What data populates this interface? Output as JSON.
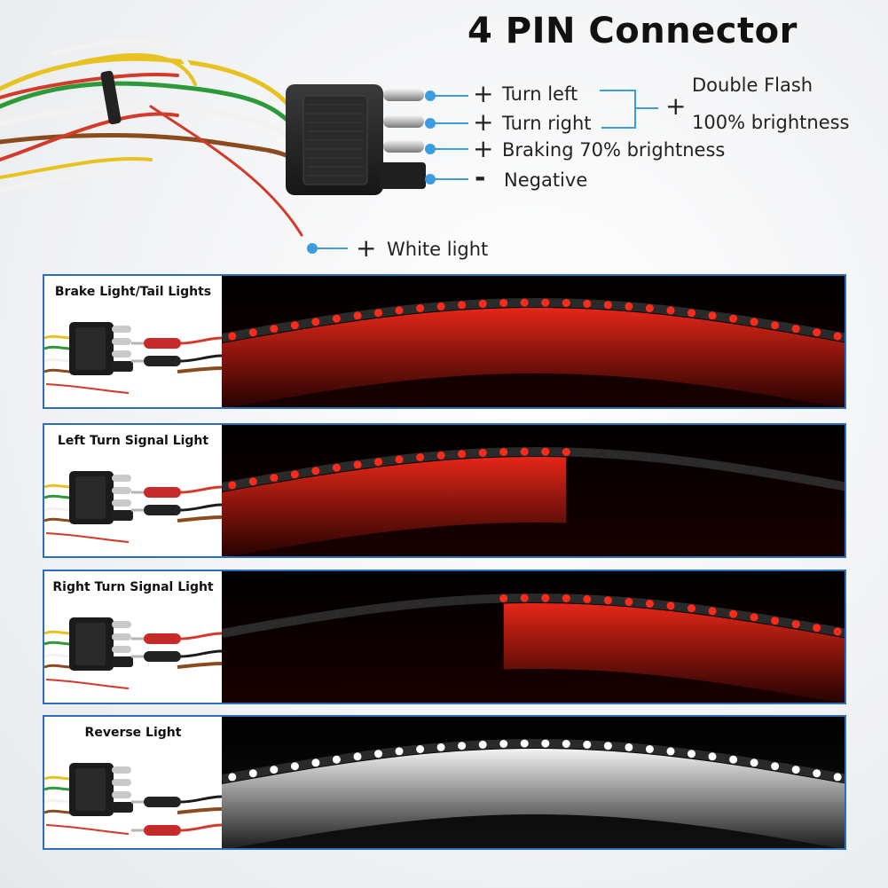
{
  "title": "4 PIN Connector",
  "pins": [
    {
      "sign": "+",
      "label": "Turn left"
    },
    {
      "sign": "+",
      "label": "Turn right"
    },
    {
      "sign": "+",
      "label": "Braking 70% brightness"
    },
    {
      "sign": "-",
      "label": "Negative"
    }
  ],
  "combined": {
    "sign": "+",
    "line1": "Double Flash",
    "line2": "100% brightness"
  },
  "white_wire": {
    "sign": "+",
    "label": "White light"
  },
  "panels": [
    {
      "label": "Brake Light/Tail Lights",
      "light": "red",
      "lit": "full"
    },
    {
      "label": "Left Turn Signal Light",
      "light": "red",
      "lit": "left"
    },
    {
      "label": "Right Turn Signal Light",
      "light": "red",
      "lit": "right"
    },
    {
      "label": "Reverse Light",
      "light": "white",
      "lit": "full"
    }
  ],
  "colors": {
    "accent_blue": "#2c6fb7",
    "callout_dot": "#3d9be0",
    "red_light": "#ff2a1a",
    "white_light": "#ffffff"
  }
}
